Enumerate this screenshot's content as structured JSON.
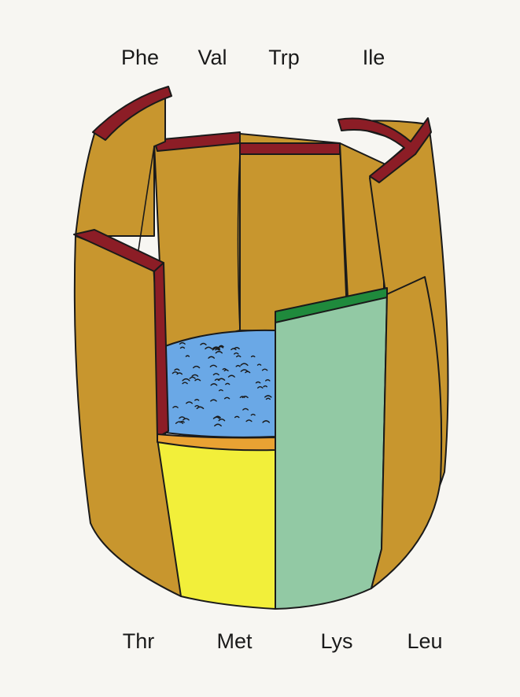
{
  "top_labels": [
    "Phe",
    "Val",
    "Trp",
    "Ile"
  ],
  "bottom_labels": [
    "Thr",
    "Met",
    "Lys",
    "Leu"
  ],
  "colors": {
    "background": "#f7f6f2",
    "stave": "#c8962e",
    "stave_rim": "#8c1d26",
    "liquid": "#6aa8e6",
    "lys_stave": "#92c9a4",
    "lys_rim": "#1f8a3c",
    "met_stave": "#f2ef3a",
    "met_rim": "#e9a233",
    "outline": "#1a1a1a"
  }
}
